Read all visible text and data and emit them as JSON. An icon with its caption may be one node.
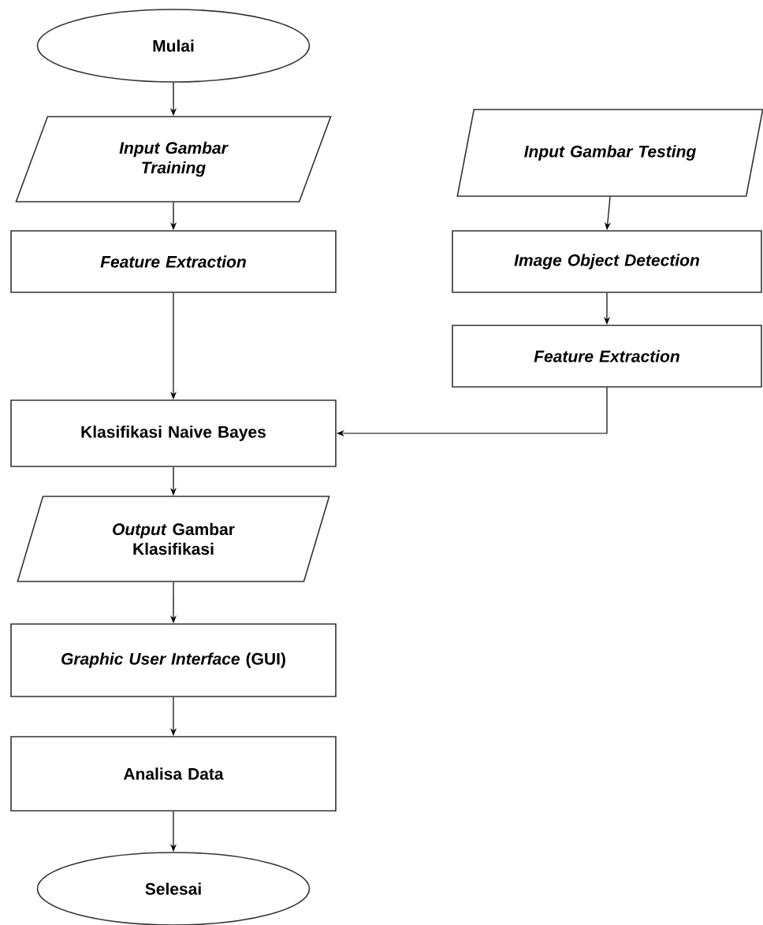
{
  "diagram": {
    "nodes": [
      {
        "text": [
          "Mulai"
        ]
      },
      {
        "text": [
          "Input Gambar Training"
        ]
      },
      {
        "text": [
          "Feature Extraction"
        ]
      },
      {
        "text": [
          "Input Gambar Testing"
        ]
      },
      {
        "text": [
          "Image Object Detection"
        ]
      },
      {
        "text": [
          "Feature Extraction"
        ]
      },
      {
        "text": [
          "Klasifikasi Naive Bayes"
        ]
      },
      {
        "text": [
          "*Output* Gambar Klasifikasi"
        ]
      },
      {
        "text": [
          "*Graphic User Interface* (GUI)"
        ]
      },
      {
        "text": [
          "Analisa Data"
        ]
      },
      {
        "text": [
          "Selesai"
        ]
      }
    ],
    "edges": [
      {
        "from": 0,
        "to": 1,
        "arrow": "to"
      },
      {
        "from": 1,
        "to": 2,
        "arrow": "to"
      },
      {
        "from": 2,
        "to": 6,
        "arrow": "to"
      },
      {
        "from": 3,
        "to": 4,
        "arrow": "to"
      },
      {
        "from": 4,
        "to": 5,
        "arrow": "to"
      },
      {
        "from": 5,
        "to": 6,
        "arrow": "to"
      },
      {
        "from": 6,
        "to": 7,
        "arrow": "to"
      },
      {
        "from": 7,
        "to": 8,
        "arrow": "to"
      },
      {
        "from": 8,
        "to": 9,
        "arrow": "to"
      },
      {
        "from": 9,
        "to": 10,
        "arrow": "to"
      }
    ]
  }
}
